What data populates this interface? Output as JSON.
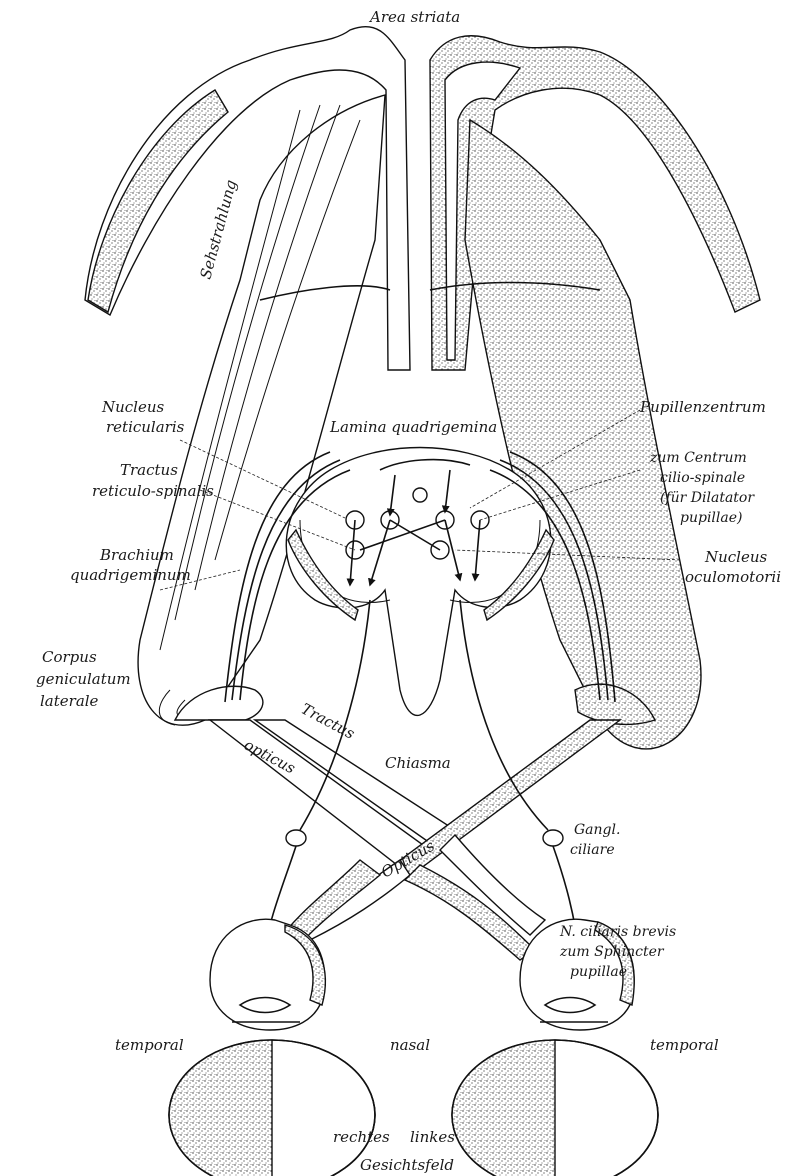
{
  "labels": {
    "area_striata": "Area striata",
    "sehstrahlung": "Sehstrahlung",
    "nucleus_reticularis_1": "Nucleus",
    "nucleus_reticularis_2": "reticularis",
    "lamina_quadrigemina": "Lamina quadrigemina",
    "pupillenzentrum": "Pupillenzentrum",
    "tractus_reticulo_1": "Tractus",
    "tractus_reticulo_2": "reticulo-spinalis",
    "centrum_1": "zum Centrum",
    "centrum_2": "cilio-spinale",
    "centrum_3": "(für Dilatator",
    "centrum_4": "pupillae)",
    "brachium_1": "Brachium",
    "brachium_2": "quadrigeminum",
    "nucleus_oculo_1": "Nucleus",
    "nucleus_oculo_2": "oculomotorii",
    "corpus_1": "Corpus",
    "corpus_2": "geniculatum",
    "corpus_3": "laterale",
    "tractus": "Tractus",
    "opticus_tract": "opticus",
    "chiasma": "Chiasma",
    "gangl_1": "Gangl.",
    "gangl_2": "ciliare",
    "opticus_nerve": "Opticus",
    "ciliaris_1": "N. ciliaris brevis",
    "ciliaris_2": "zum Sphincter",
    "ciliaris_3": "pupillae",
    "temporal_left": "temporal",
    "nasal": "nasal",
    "temporal_right": "temporal",
    "rechtes": "rechtes",
    "linkes": "linkes",
    "gesichtsfeld": "Gesichtsfeld"
  },
  "colors": {
    "ink": "#111111",
    "paper": "#ffffff",
    "stipple": "#333333"
  }
}
